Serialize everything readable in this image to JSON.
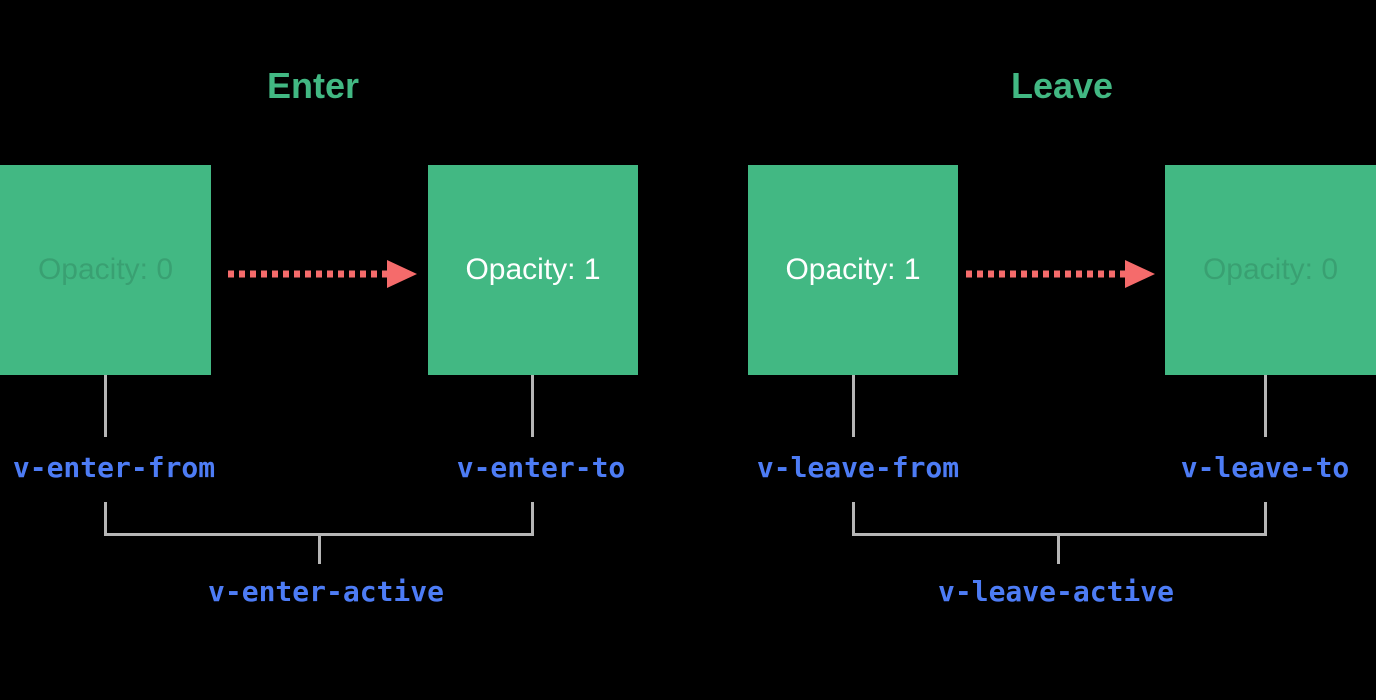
{
  "colors": {
    "box_green": "#42b883",
    "arrow_red": "#f56b6b",
    "class_label_blue": "#4d7cf5",
    "connector_gray": "#b6b6b6",
    "state_text_white": "#ffffff",
    "background": "#000000"
  },
  "enter": {
    "title": "Enter",
    "from_state": "Opacity: 0",
    "to_state": "Opacity: 1",
    "from_class": "v-enter-from",
    "to_class": "v-enter-to",
    "active_class": "v-enter-active"
  },
  "leave": {
    "title": "Leave",
    "from_state": "Opacity: 1",
    "to_state": "Opacity: 0",
    "from_class": "v-leave-from",
    "to_class": "v-leave-to",
    "active_class": "v-leave-active"
  }
}
